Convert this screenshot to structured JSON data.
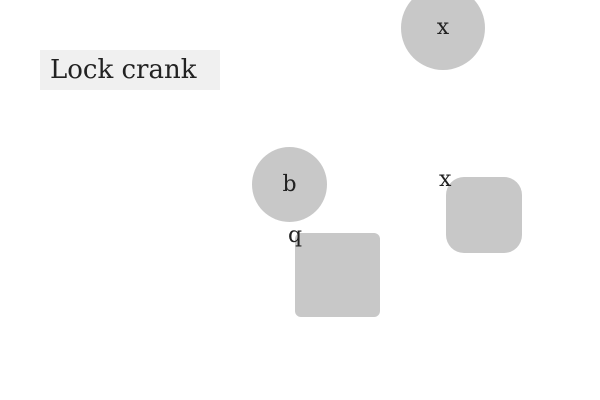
{
  "title": {
    "label": "Lock crank",
    "background": "#f0f0f0"
  },
  "shapes": {
    "fill": "#c8c8c8",
    "circles": [
      {
        "label": "x"
      },
      {
        "label": "b"
      }
    ],
    "squares": [
      {
        "label": "q"
      },
      {
        "label": "x"
      }
    ]
  }
}
